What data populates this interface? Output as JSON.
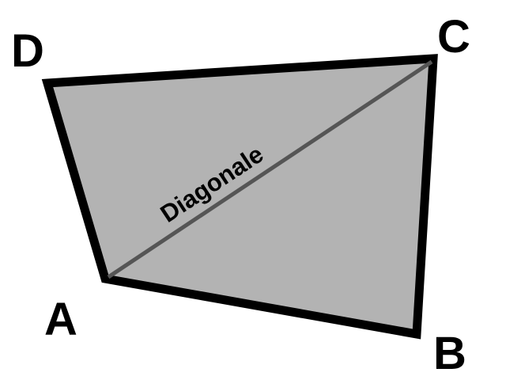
{
  "vertices": {
    "A": "A",
    "B": "B",
    "C": "C",
    "D": "D"
  },
  "diagonal_label": "Diagonale",
  "colors": {
    "fill": "#b3b3b3",
    "outline": "#000000",
    "diagonal": "#555555"
  }
}
